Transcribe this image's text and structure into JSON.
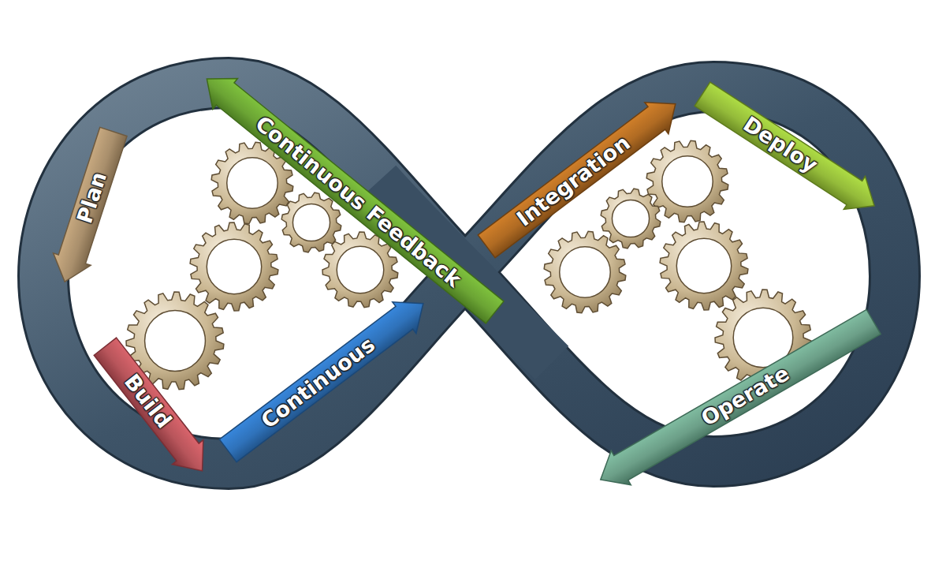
{
  "diagram": {
    "nodes": [
      {
        "text": [
          "Continuous Feedback"
        ]
      },
      {
        "text": [
          "Plan"
        ]
      },
      {
        "text": [
          "Build"
        ]
      },
      {
        "text": [
          "Continuous"
        ]
      },
      {
        "text": [
          "Integration"
        ]
      },
      {
        "text": [
          "Deploy"
        ]
      },
      {
        "text": [
          "Operate"
        ]
      }
    ]
  }
}
